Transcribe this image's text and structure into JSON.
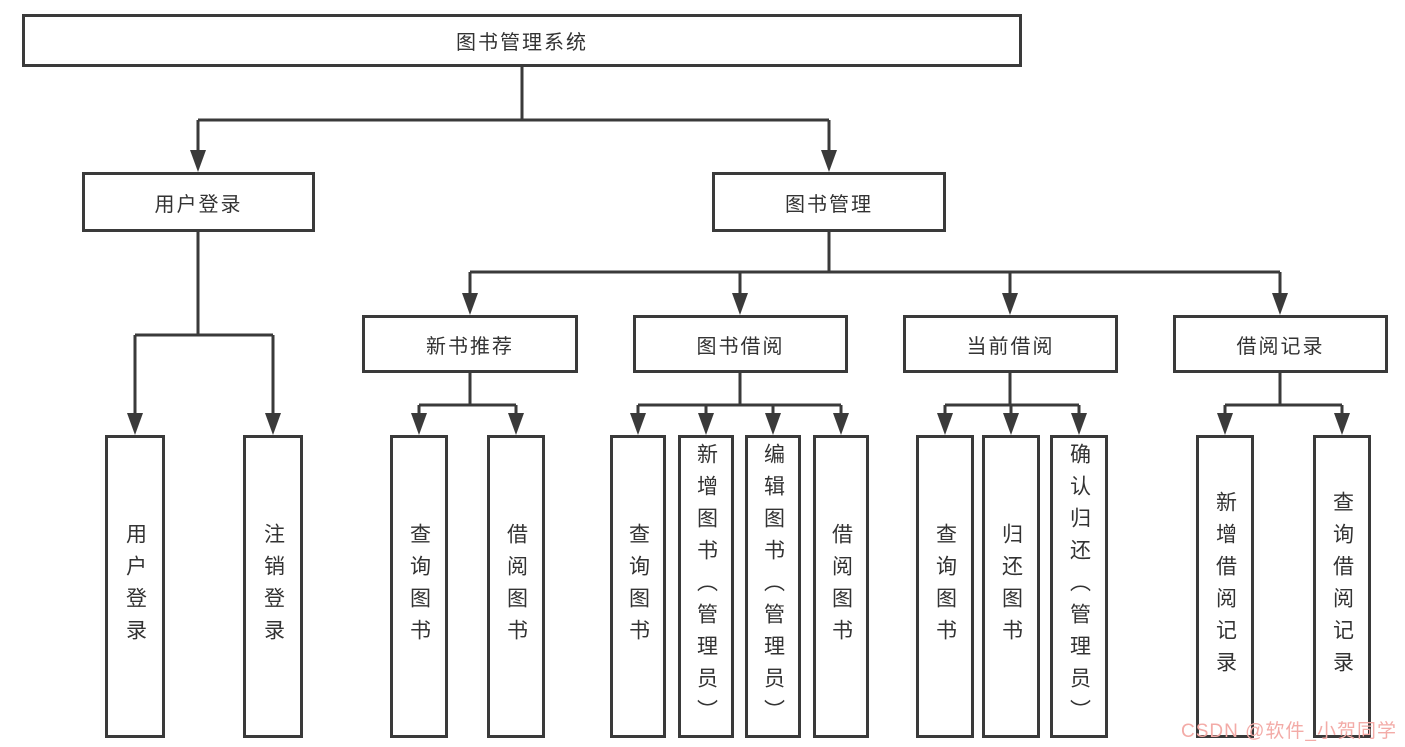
{
  "diagram": {
    "root": {
      "label": "图书管理系统"
    },
    "level2": [
      {
        "label": "用户登录",
        "children": [
          {
            "label": "用户登录"
          },
          {
            "label": "注销登录"
          }
        ]
      },
      {
        "label": "图书管理",
        "children": [
          {
            "label": "新书推荐",
            "children": [
              {
                "label": "查询图书"
              },
              {
                "label": "借阅图书"
              }
            ]
          },
          {
            "label": "图书借阅",
            "children": [
              {
                "label": "查询图书"
              },
              {
                "label": "新增图书（管理员）"
              },
              {
                "label": "编辑图书（管理员）"
              },
              {
                "label": "借阅图书"
              }
            ]
          },
          {
            "label": "当前借阅",
            "children": [
              {
                "label": "查询图书"
              },
              {
                "label": "归还图书"
              },
              {
                "label": "确认归还（管理员）"
              }
            ]
          },
          {
            "label": "借阅记录",
            "children": [
              {
                "label": "新增借阅记录"
              },
              {
                "label": "查询借阅记录"
              }
            ]
          }
        ]
      }
    ]
  },
  "watermark": {
    "label": "CSDN @软件_小贺同学"
  },
  "colors": {
    "line": "#3a3a3a",
    "text": "#333333",
    "watermark": "#f3aba7",
    "background": "#ffffff"
  }
}
